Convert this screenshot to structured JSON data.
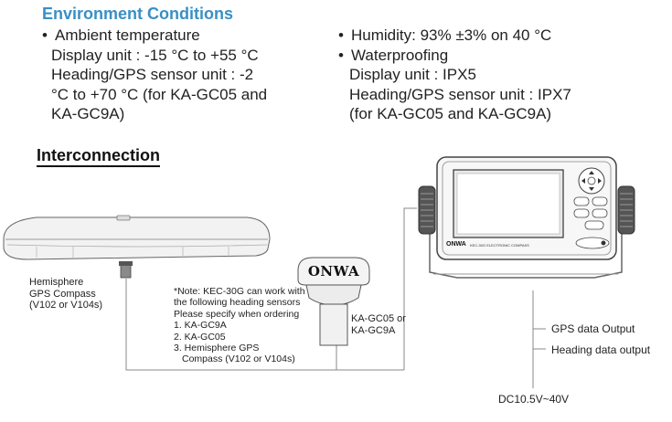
{
  "env": {
    "title": "Environment Conditions",
    "left_lines": [
      "Ambient temperature",
      "Display unit : -15 °C to +55 °C",
      "Heading/GPS sensor unit : -2",
      "°C to +70 °C (for KA-GC05 and",
      "KA-GC9A)"
    ],
    "right_lines": [
      "Humidity: 93% ±3% on 40 °C",
      "Waterproofing",
      "Display unit : IPX5",
      "Heading/GPS sensor unit : IPX7",
      "(for KA-GC05 and KA-GC9A)"
    ],
    "bullet": "•"
  },
  "interconnection": {
    "title": "Interconnection",
    "hemisphere_label": [
      "Hemisphere",
      "GPS Compass",
      "(V102 or V104s)"
    ],
    "note_lines": [
      "*Note: KEC-30G can work with",
      "the following heading sensors",
      "Please specify when ordering",
      "1. KA-GC9A",
      "2. KA-GC05",
      "3. Hemisphere GPS",
      "Compass (V102 or V104s)"
    ],
    "sensor_logo": "ONWA",
    "sensor_label": [
      "KA-GC05 or",
      "KA-GC9A"
    ],
    "display_brand": "ONWA",
    "display_model": "KEC-30G ELECTRONIC COMPASS",
    "gps_output": "GPS data Output",
    "heading_output": "Heading data output",
    "power": "DC10.5V~40V"
  }
}
